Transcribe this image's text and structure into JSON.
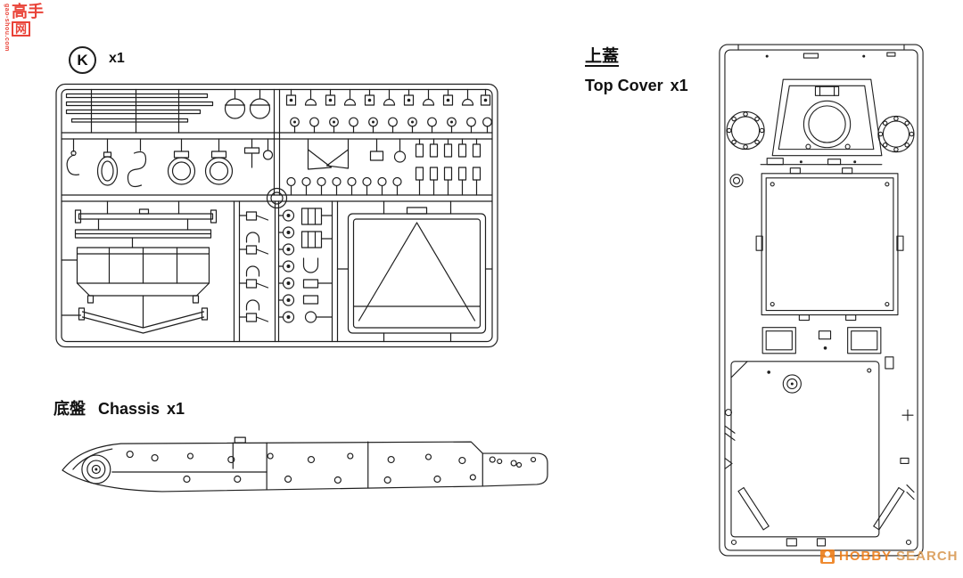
{
  "colors": {
    "ink": "#1f1f1f",
    "gaoshou_red": "#e8392e",
    "hobbysearch_orange": "#ee7f1b",
    "hobbysearch_text": "#d99a55"
  },
  "watermarks": {
    "gaoshou": {
      "line1": "高手",
      "line2": "网",
      "url": "gao-shou.com"
    },
    "hobbysearch": {
      "word1": "HOBBY",
      "word2": "SEARCH"
    }
  },
  "sprue": {
    "letter": "K",
    "quantity": "x1"
  },
  "chassis": {
    "label_cn": "底盤",
    "label_en": "Chassis",
    "quantity": "x1"
  },
  "top_cover": {
    "label_cn": "上蓋",
    "label_en": "Top Cover",
    "quantity": "x1"
  }
}
